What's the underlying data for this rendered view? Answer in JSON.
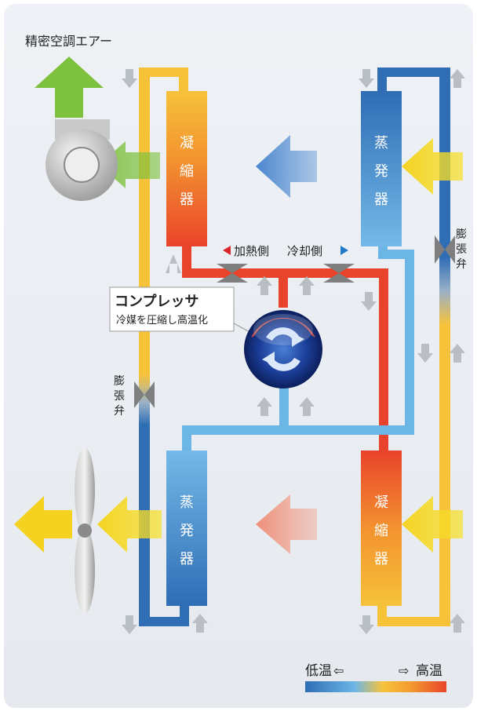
{
  "title": "精密空調エアー",
  "condenser_top": [
    "凝",
    "縮",
    "器"
  ],
  "evaporator_top": [
    "蒸",
    "発",
    "器"
  ],
  "evaporator_bottom": [
    "蒸",
    "発",
    "器"
  ],
  "condenser_bottom": [
    "凝",
    "縮",
    "器"
  ],
  "valve_right": [
    "膨",
    "張",
    "弁"
  ],
  "valve_left": [
    "膨",
    "張",
    "弁"
  ],
  "heating_side": "加熱側",
  "cooling_side": "冷却側",
  "compressor": {
    "name": "コンプレッサ",
    "description": "冷媒を圧縮し高温化"
  },
  "legend": {
    "low_label": "低温",
    "high_label": "高温",
    "low_arrow": "⇦",
    "high_arrow": "⇨"
  },
  "colors": {
    "low_temp": "#2f6db5",
    "light_blue": "#6cb6e6",
    "warm": "#f7c33b",
    "high_temp": "#e8442b"
  },
  "icons": {
    "fan": "fan-icon",
    "blower": "blower-icon",
    "compressor": "compressor-cycle-icon"
  }
}
